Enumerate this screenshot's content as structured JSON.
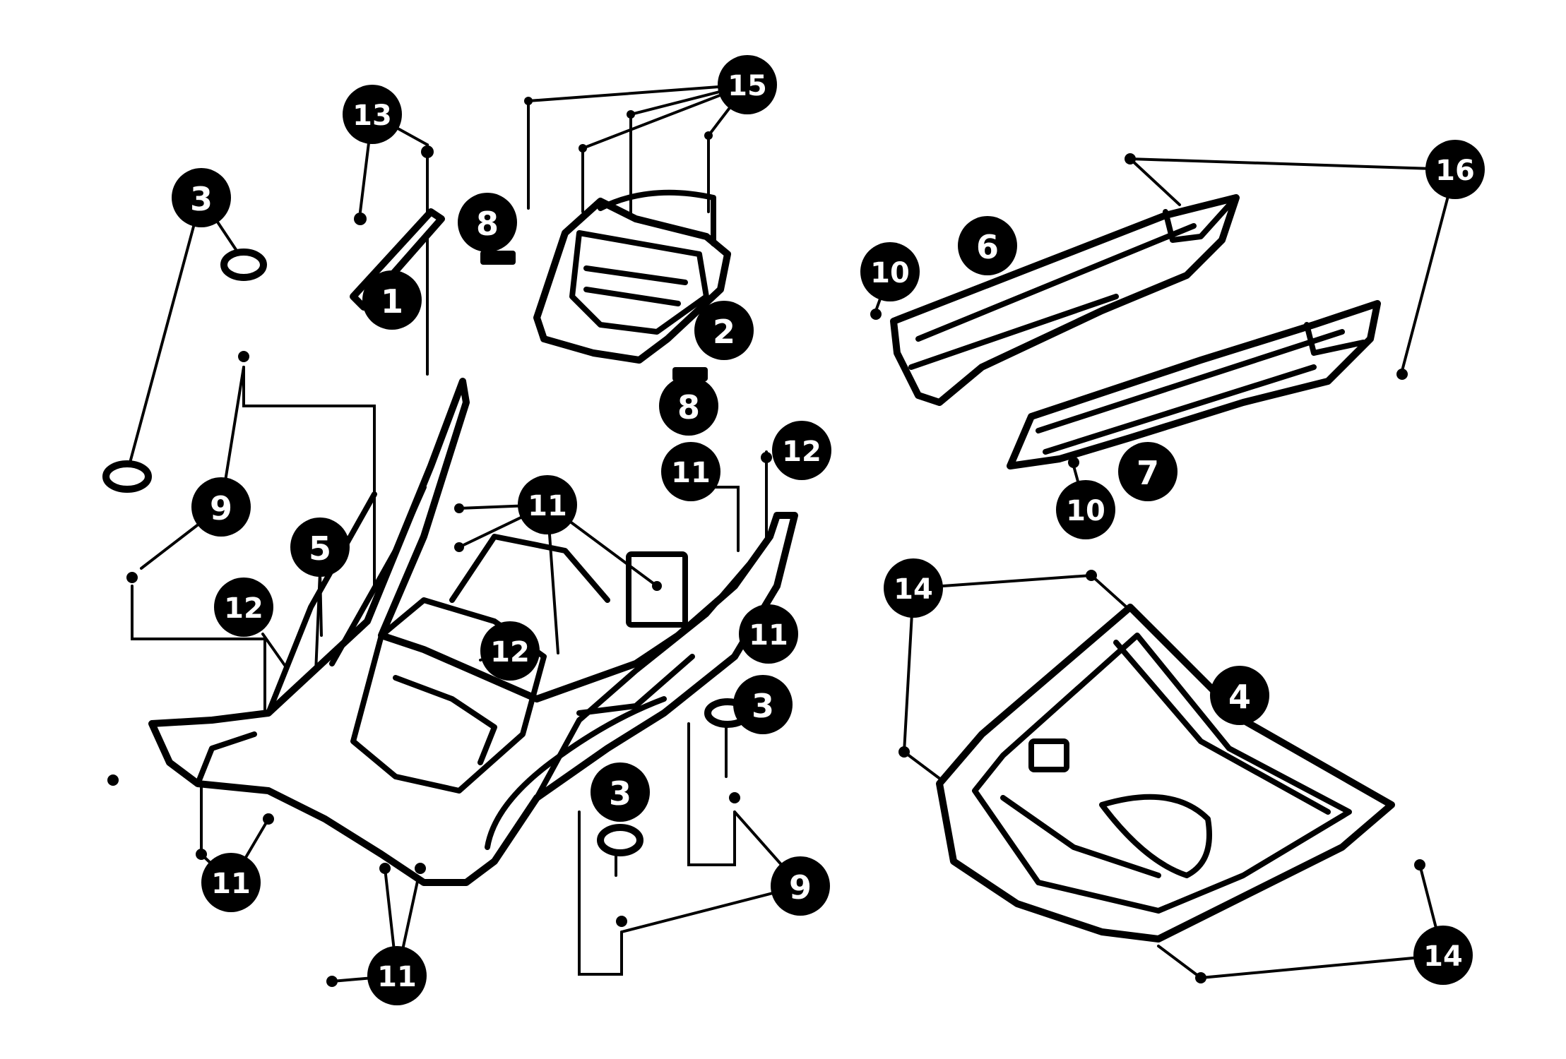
{
  "callouts": [
    {
      "id": "c15",
      "number": "15"
    },
    {
      "id": "c13",
      "number": "13"
    },
    {
      "id": "c3a",
      "number": "3"
    },
    {
      "id": "c8a",
      "number": "8"
    },
    {
      "id": "c1",
      "number": "1"
    },
    {
      "id": "c2",
      "number": "2"
    },
    {
      "id": "c8b",
      "number": "8"
    },
    {
      "id": "c16",
      "number": "16"
    },
    {
      "id": "c6",
      "number": "6"
    },
    {
      "id": "c10a",
      "number": "10"
    },
    {
      "id": "c7",
      "number": "7"
    },
    {
      "id": "c10b",
      "number": "10"
    },
    {
      "id": "c11a",
      "number": "11"
    },
    {
      "id": "c12a",
      "number": "12"
    },
    {
      "id": "c9a",
      "number": "9"
    },
    {
      "id": "c11b",
      "number": "11"
    },
    {
      "id": "c5",
      "number": "5"
    },
    {
      "id": "c12b",
      "number": "12"
    },
    {
      "id": "c12c",
      "number": "12"
    },
    {
      "id": "c11c",
      "number": "11"
    },
    {
      "id": "c3b",
      "number": "3"
    },
    {
      "id": "c14a",
      "number": "14"
    },
    {
      "id": "c4",
      "number": "4"
    },
    {
      "id": "c3c",
      "number": "3"
    },
    {
      "id": "c9b",
      "number": "9"
    },
    {
      "id": "c11d",
      "number": "11"
    },
    {
      "id": "c11e",
      "number": "11"
    },
    {
      "id": "c14b",
      "number": "14"
    }
  ]
}
